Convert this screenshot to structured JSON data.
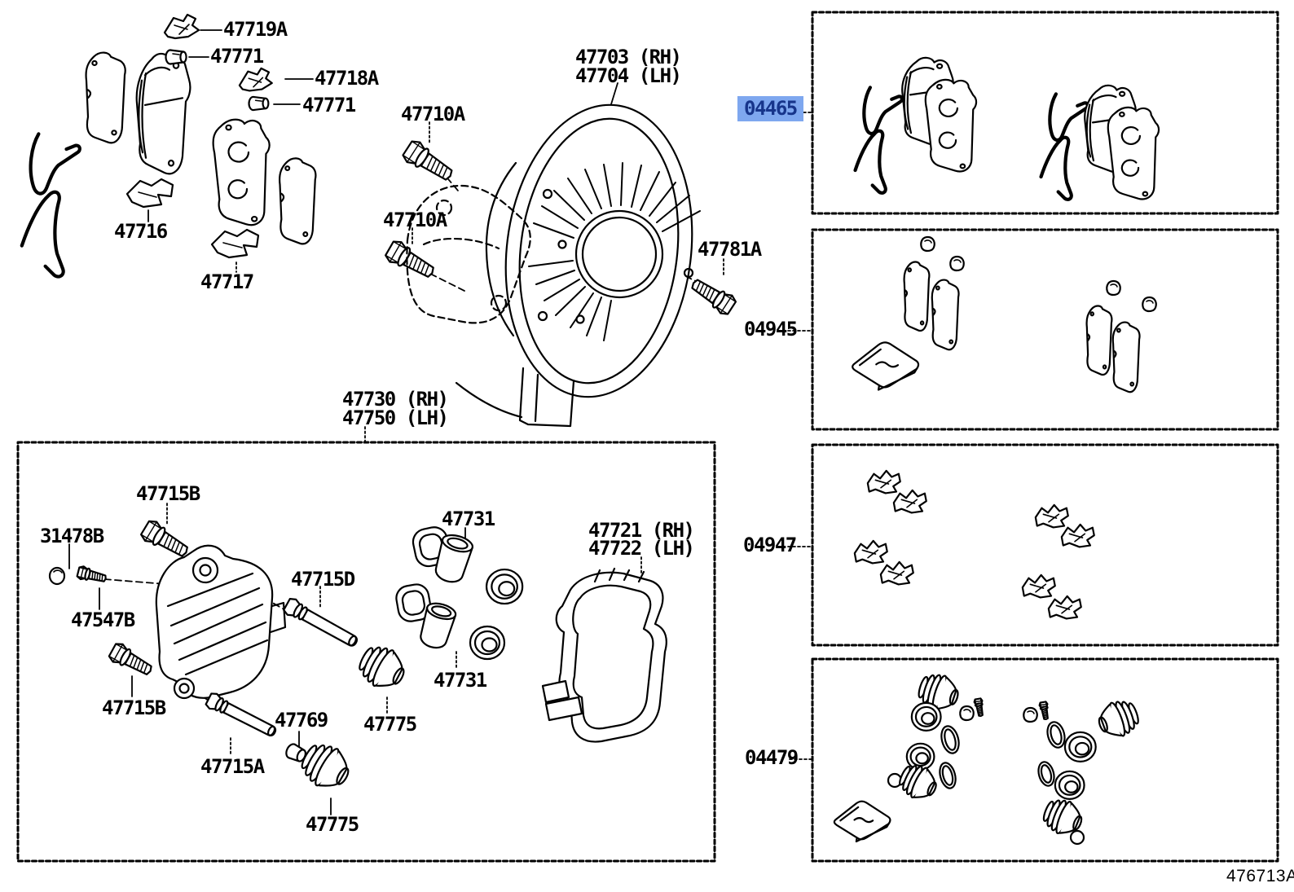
{
  "colors": {
    "ink": "#000000",
    "background": "#ffffff",
    "highlight_bg": "#7ea7ef",
    "highlight_fg": "#17358b"
  },
  "footer": {
    "drawing_code": "476713A"
  },
  "kit_labels": {
    "pad_kit": "04465",
    "shim_kit": "04945",
    "fitting_kit": "04947",
    "cylinder_kit": "04479"
  },
  "part_labels": {
    "p47719A": "47719A",
    "p47771_upper": "47771",
    "p47718A": "47718A",
    "p47771_lower": "47771",
    "p47716": "47716",
    "p47717": "47717",
    "p47710A_upper": "47710A",
    "p47710A_lower": "47710A",
    "p47703": "47703 (RH)",
    "p47704": "47704 (LH)",
    "p47781A": "47781A",
    "p47730": "47730 (RH)",
    "p47750": "47750 (LH)",
    "p47715B_upper": "47715B",
    "p31478B": "31478B",
    "p47547B": "47547B",
    "p47715D": "47715D",
    "p47715B_lower": "47715B",
    "p47715A": "47715A",
    "p47769": "47769",
    "p47775_left": "47775",
    "p47775_right": "47775",
    "p47731_upper": "47731",
    "p47731_lower": "47731",
    "p47721": "47721 (RH)",
    "p47722": "47722 (LH)"
  }
}
